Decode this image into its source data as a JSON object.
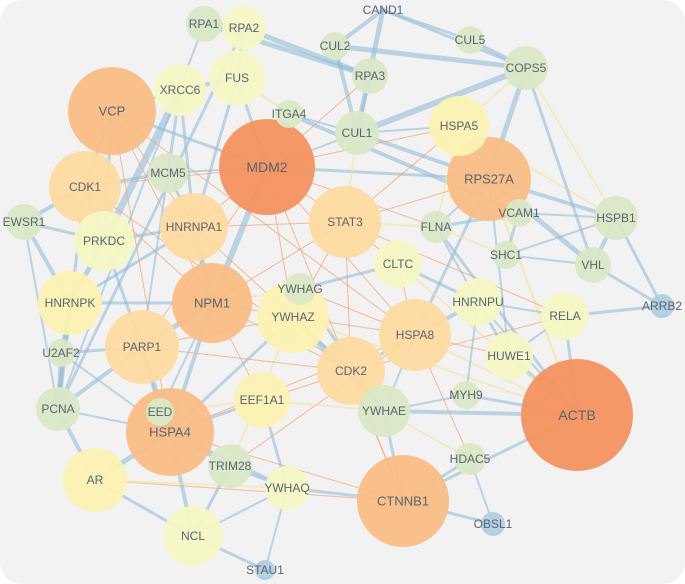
{
  "network": {
    "background": "#f2f2f2",
    "palette": {
      "node_green": "#d9e8c6",
      "node_pale_yellow": "#f4f7c4",
      "node_yellow": "#fbf2b2",
      "node_light_orange": "#fddba0",
      "node_orange": "#f9bd85",
      "node_dark_orange": "#f4925f",
      "node_blue": "#b0cfe0",
      "edge_blue": "#8dbad6",
      "edge_orange": "#f2a577",
      "edge_yellow": "#f0e6a0",
      "label": "#5a6470"
    },
    "nodes": [
      {
        "id": "RPA1",
        "label": "RPA1"
      },
      {
        "id": "RPA2",
        "label": "RPA2"
      },
      {
        "id": "CAND1",
        "label": "CAND1"
      },
      {
        "id": "CUL2",
        "label": "CUL2"
      },
      {
        "id": "CUL5",
        "label": "CUL5"
      },
      {
        "id": "COPS5",
        "label": "COPS5"
      },
      {
        "id": "FUS",
        "label": "FUS"
      },
      {
        "id": "XRCC6",
        "label": "XRCC6"
      },
      {
        "id": "RPA3",
        "label": "RPA3"
      },
      {
        "id": "VCP",
        "label": "VCP"
      },
      {
        "id": "ITGA4",
        "label": "ITGA4"
      },
      {
        "id": "CUL1",
        "label": "CUL1"
      },
      {
        "id": "HSPA5",
        "label": "HSPA5"
      },
      {
        "id": "MDM2",
        "label": "MDM2"
      },
      {
        "id": "MCM5",
        "label": "MCM5"
      },
      {
        "id": "CDK1",
        "label": "CDK1"
      },
      {
        "id": "RPS27A",
        "label": "RPS27A"
      },
      {
        "id": "EWSR1",
        "label": "EWSR1"
      },
      {
        "id": "STAT3",
        "label": "STAT3"
      },
      {
        "id": "VCAM1",
        "label": "VCAM1"
      },
      {
        "id": "HSPB1",
        "label": "HSPB1"
      },
      {
        "id": "FLNA",
        "label": "FLNA"
      },
      {
        "id": "HNRNPA1",
        "label": "HNRNPA1"
      },
      {
        "id": "PRKDC",
        "label": "PRKDC"
      },
      {
        "id": "SHC1",
        "label": "SHC1"
      },
      {
        "id": "CLTC",
        "label": "CLTC"
      },
      {
        "id": "VHL",
        "label": "VHL"
      },
      {
        "id": "YWHAG",
        "label": "YWHAG"
      },
      {
        "id": "ARRB2",
        "label": "ARRB2"
      },
      {
        "id": "HNRNPK",
        "label": "HNRNPK"
      },
      {
        "id": "NPM1",
        "label": "NPM1"
      },
      {
        "id": "HNRNPU",
        "label": "HNRNPU"
      },
      {
        "id": "RELA",
        "label": "RELA"
      },
      {
        "id": "YWHAZ",
        "label": "YWHAZ"
      },
      {
        "id": "HSPA8",
        "label": "HSPA8"
      },
      {
        "id": "U2AF2",
        "label": "U2AF2"
      },
      {
        "id": "PARP1",
        "label": "PARP1"
      },
      {
        "id": "HUWE1",
        "label": "HUWE1"
      },
      {
        "id": "CDK2",
        "label": "CDK2"
      },
      {
        "id": "ACTB",
        "label": "ACTB"
      },
      {
        "id": "MYH9",
        "label": "MYH9"
      },
      {
        "id": "EEF1A1",
        "label": "EEF1A1"
      },
      {
        "id": "PCNA",
        "label": "PCNA"
      },
      {
        "id": "EED",
        "label": "EED"
      },
      {
        "id": "YWHAE",
        "label": "YWHAE"
      },
      {
        "id": "HSPA4",
        "label": "HSPA4"
      },
      {
        "id": "HDAC5",
        "label": "HDAC5"
      },
      {
        "id": "TRIM28",
        "label": "TRIM28"
      },
      {
        "id": "AR",
        "label": "AR"
      },
      {
        "id": "YWHAQ",
        "label": "YWHAQ"
      },
      {
        "id": "CTNNB1",
        "label": "CTNNB1"
      },
      {
        "id": "OBSL1",
        "label": "OBSL1"
      },
      {
        "id": "NCL",
        "label": "NCL"
      },
      {
        "id": "STAU1",
        "label": "STAU1"
      }
    ]
  }
}
